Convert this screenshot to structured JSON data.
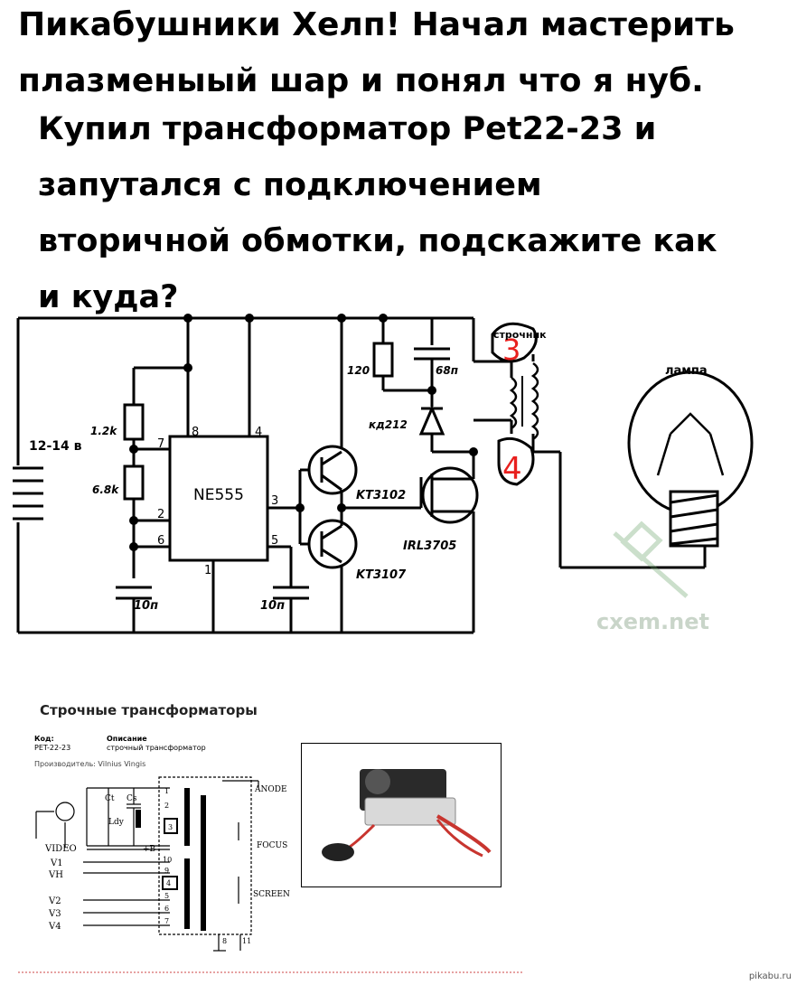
{
  "header": {
    "line1": "Пикабушники Хелп! Начал мастерить",
    "line2": "плазменыый шар и понял что я нуб.",
    "line3": "Купил трансформатор Pet22-23 и",
    "line4": "запутался с подключением",
    "line5": "вторичной обмотки, подскажите как",
    "line6": "и куда?"
  },
  "circuit": {
    "supply": "12-14 в",
    "r1": "1.2k",
    "r2": "6.8k",
    "c1": "10п",
    "c2": "10п",
    "ic": "NE555",
    "pin8": "8",
    "pin4": "4",
    "pin7": "7",
    "pin2": "2",
    "pin6": "6",
    "pin3": "3",
    "pin5": "5",
    "pin1": "1",
    "q1": "KT3102",
    "q2": "KT3107",
    "mosfet": "IRL3705",
    "r3": "120",
    "c3": "68п",
    "diode": "кд212",
    "transformer": "строчник",
    "lamp": "лампа",
    "mark3": "3",
    "mark4": "4",
    "watermark": "cxem.net"
  },
  "datasheet": {
    "title": "Строчные трансформаторы",
    "code_label": "Код:",
    "code_value": "PET-22-23",
    "desc_label": "Описание",
    "desc_value": "строчный трансформатор",
    "maker": "Производитель: Vilnius Vingis",
    "labels": {
      "anode": "ANODE",
      "focus": "FOCUS",
      "screen": "SCREEN",
      "video": "VIDEO",
      "v1": "V1",
      "vh": "VH",
      "v2": "V2",
      "v3": "V3",
      "v4": "V4",
      "ct": "Ct",
      "cs": "Cs",
      "ldy": "Ldy",
      "plus_b": "+B"
    },
    "pins": [
      "1",
      "2",
      "3",
      "10",
      "9",
      "4",
      "5",
      "6",
      "7",
      "8",
      "11"
    ]
  },
  "footer": "pikabu.ru"
}
